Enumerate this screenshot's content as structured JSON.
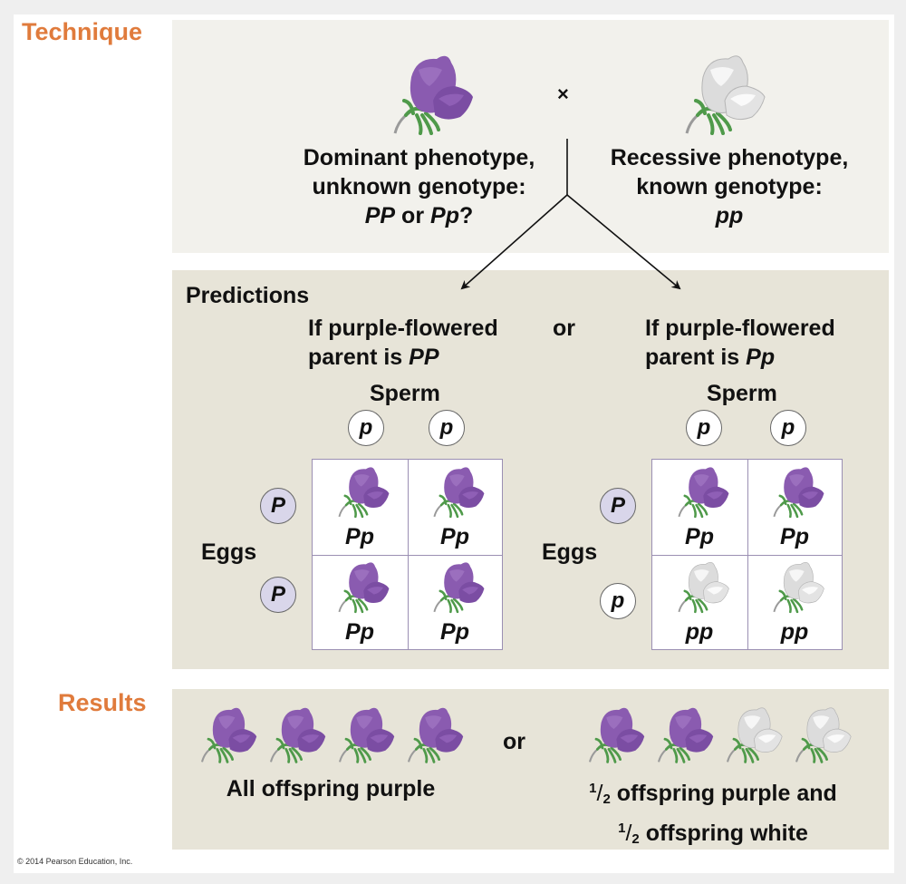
{
  "labels": {
    "technique": "Technique",
    "predictions": "Predictions",
    "results": "Results",
    "copyright": "© 2014 Pearson Education, Inc."
  },
  "colors": {
    "section_label": "#e07b3c",
    "purple_flower": "#8a5bb0",
    "white_flower": "#e6e6e6",
    "stem": "#4f9a4a",
    "dominant_allele_fill": "#d9d6ea"
  },
  "technique": {
    "cross_symbol": "×",
    "left_parent": {
      "flower": "purple-flower-icon",
      "line1": "Dominant phenotype,",
      "line2": "unknown genotype:",
      "line3_a": "PP",
      "line3_b": " or ",
      "line3_c": "Pp",
      "line3_d": "?"
    },
    "right_parent": {
      "flower": "white-flower-icon",
      "line1": "Recessive phenotype,",
      "line2": "known genotype:",
      "line3": "pp"
    }
  },
  "predictions": {
    "or_label": "or",
    "left": {
      "title_line1": "If purple-flowered",
      "title_line2_a": "parent is ",
      "title_line2_b": "PP",
      "sperm_label": "Sperm",
      "eggs_label": "Eggs",
      "sperm_alleles": [
        "p",
        "p"
      ],
      "egg_alleles": [
        "P",
        "P"
      ],
      "cells": [
        {
          "genotype": "Pp",
          "color": "purple"
        },
        {
          "genotype": "Pp",
          "color": "purple"
        },
        {
          "genotype": "Pp",
          "color": "purple"
        },
        {
          "genotype": "Pp",
          "color": "purple"
        }
      ]
    },
    "right": {
      "title_line1": "If purple-flowered",
      "title_line2_a": "parent is ",
      "title_line2_b": "Pp",
      "sperm_label": "Sperm",
      "eggs_label": "Eggs",
      "sperm_alleles": [
        "p",
        "p"
      ],
      "egg_alleles": [
        "P",
        "p"
      ],
      "cells": [
        {
          "genotype": "Pp",
          "color": "purple"
        },
        {
          "genotype": "Pp",
          "color": "purple"
        },
        {
          "genotype": "pp",
          "color": "white"
        },
        {
          "genotype": "pp",
          "color": "white"
        }
      ]
    }
  },
  "results": {
    "or_label": "or",
    "left": {
      "flowers": [
        "purple",
        "purple",
        "purple",
        "purple"
      ],
      "caption": "All offspring purple"
    },
    "right": {
      "flowers": [
        "purple",
        "purple",
        "white",
        "white"
      ],
      "caption_line1_frac": "1/2",
      "caption_line1": " offspring purple and",
      "caption_line2_frac": "1/2",
      "caption_line2": " offspring white"
    }
  }
}
